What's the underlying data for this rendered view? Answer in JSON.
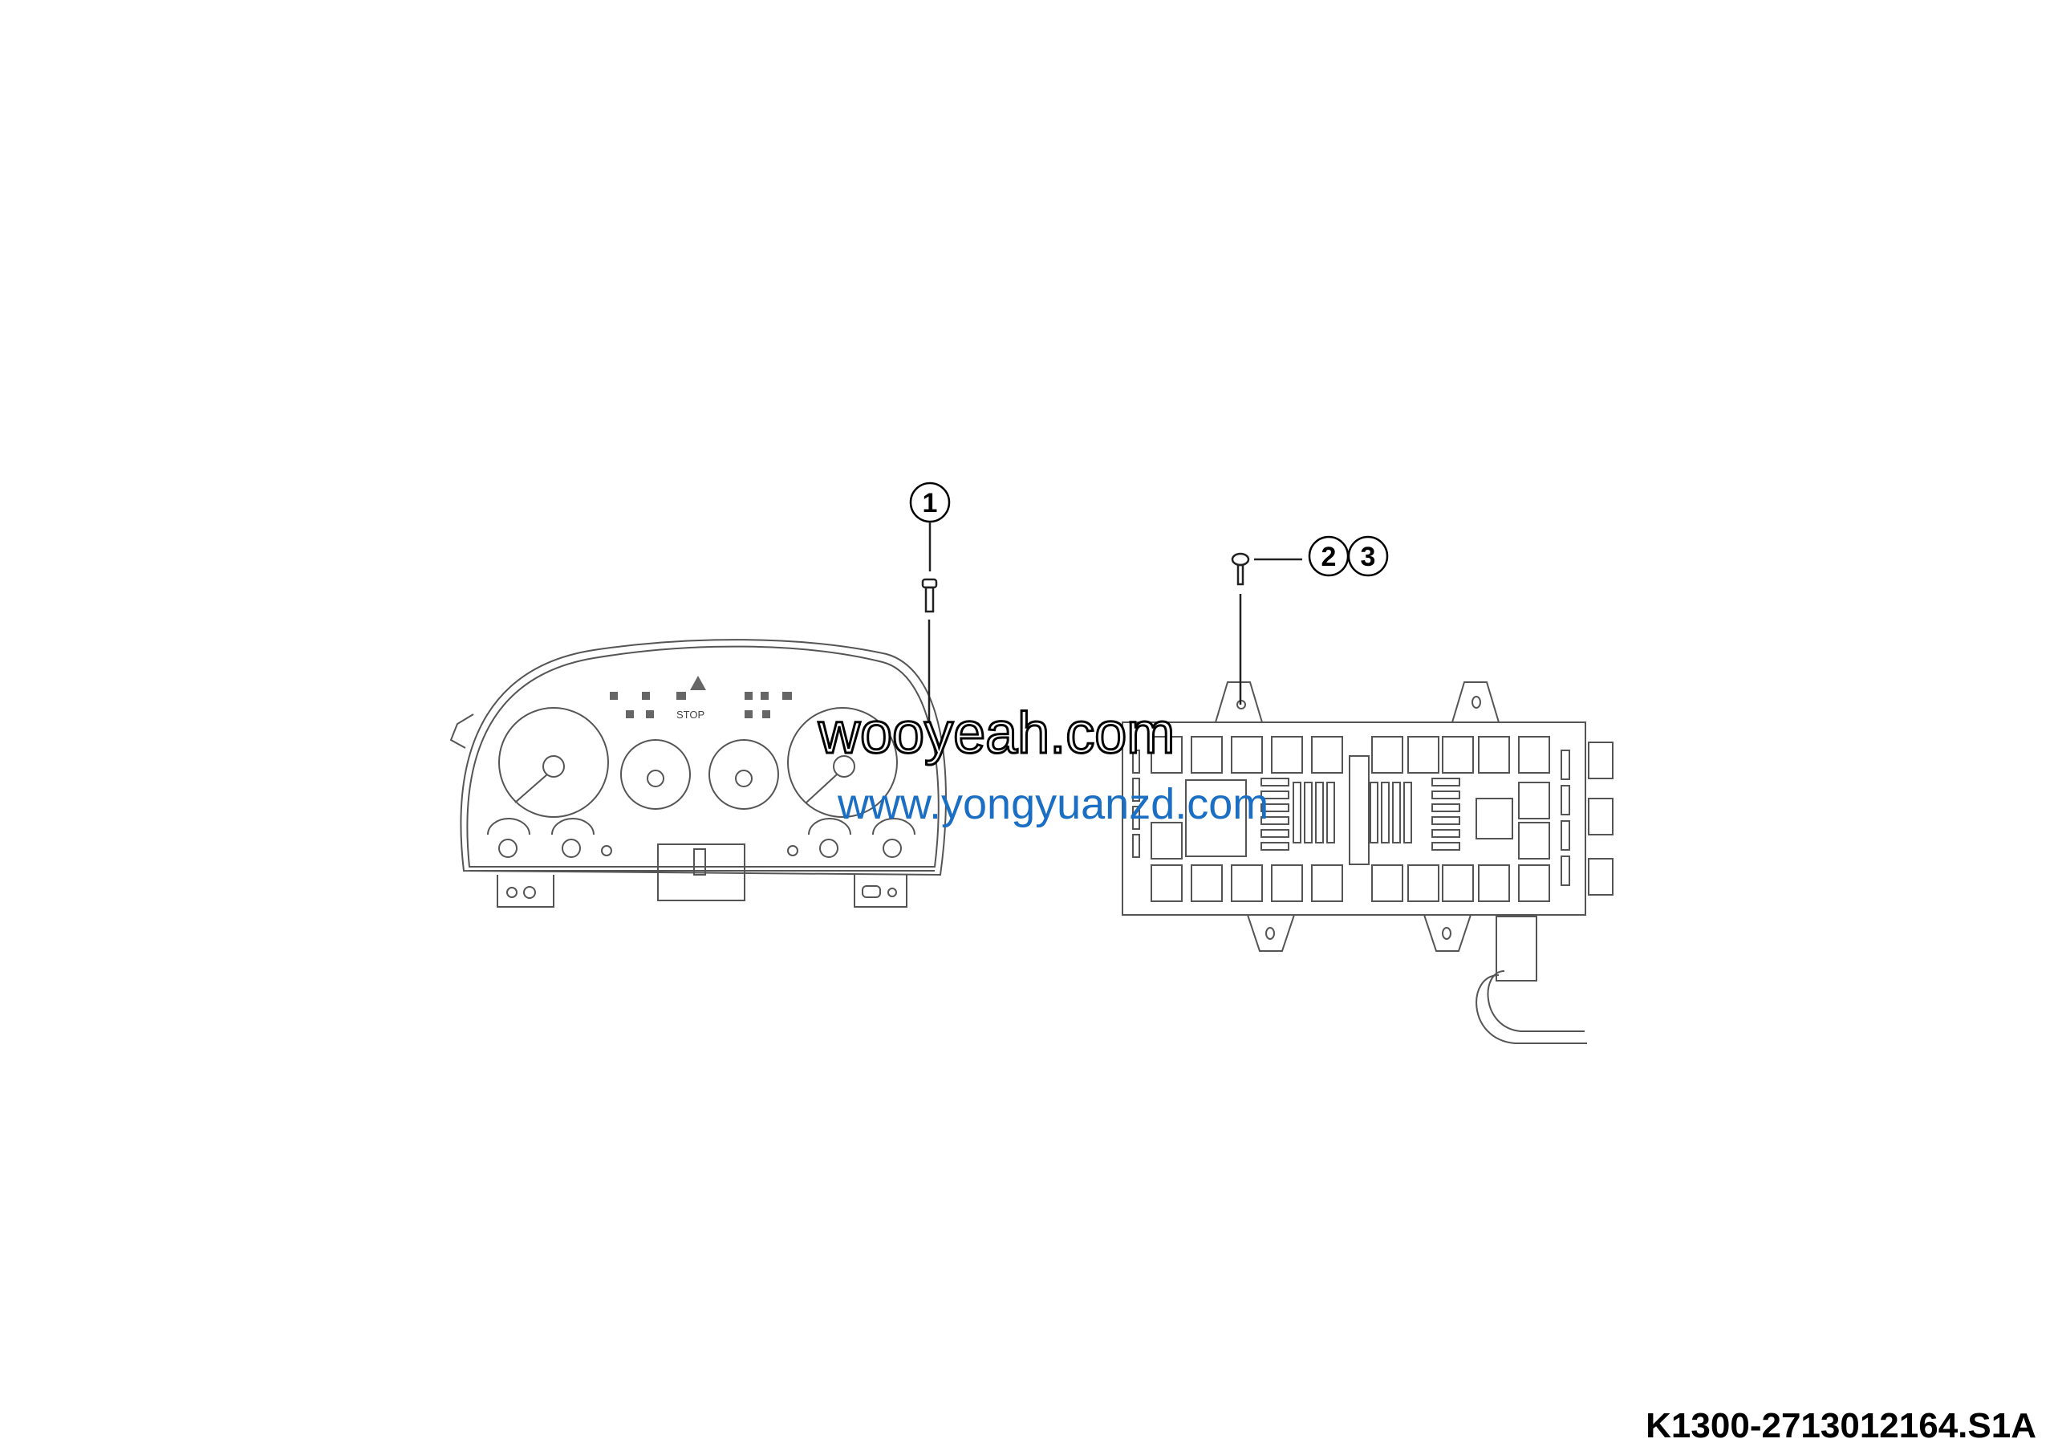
{
  "callouts": {
    "c1": "1",
    "c2": "2",
    "c3": "3"
  },
  "parts": {
    "left": "instrument-cluster",
    "right": "central-electrical-control-box"
  },
  "cluster_labels": {
    "stop": "STOP"
  },
  "watermark": {
    "outline": "wooyeah.com",
    "blue": "www.yongyuanzd.com",
    "blue_color": "#1a6fc4"
  },
  "drawing_id": "K1300-2713012164.S1A"
}
